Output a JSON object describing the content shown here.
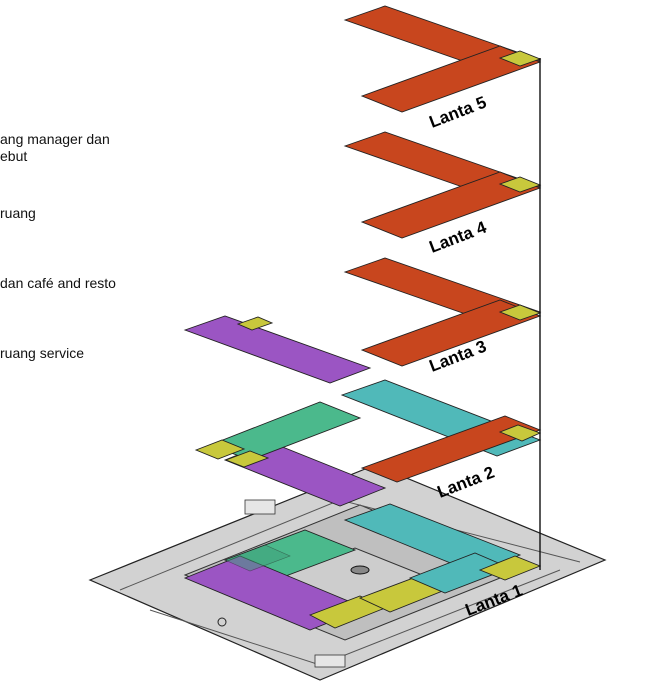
{
  "legend": [
    {
      "text": "ang manager dan\nebut"
    },
    {
      "text": "ruang"
    },
    {
      "text": "dan café and resto"
    },
    {
      "text": "ruang service"
    }
  ],
  "floors": [
    {
      "label": "Lanta 5"
    },
    {
      "label": "Lanta 4"
    },
    {
      "label": "Lanta 3"
    },
    {
      "label": "Lanta 2"
    },
    {
      "label": "Lanta 1"
    }
  ],
  "colors": {
    "office": "#c8461e",
    "core": "#c8c83c",
    "teal": "#50b9b9",
    "green": "#4bb98c",
    "purple": "#9b55c3",
    "site": "#d2d2d2",
    "line": "#222222"
  }
}
